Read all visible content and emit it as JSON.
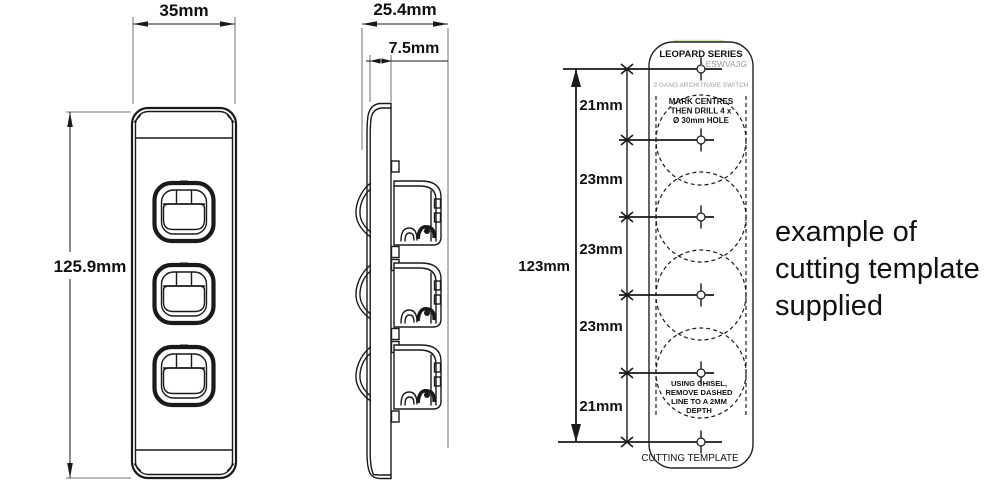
{
  "front_view": {
    "width_label": "35mm",
    "height_label": "125.9mm"
  },
  "side_view": {
    "overall_depth_label": "25.4mm",
    "plate_depth_label": "7.5mm"
  },
  "template": {
    "series": "LEOPARD SERIES",
    "model": "LESWVA3G",
    "subtitle": "3 GANG ARCHITRAVE SWITCH",
    "drill_note": [
      "MARK CENTRES",
      "THEN DRILL 4 x",
      "Ø 30mm HOLE"
    ],
    "chisel_note": [
      "USING CHISEL,",
      "REMOVE DASHED",
      "LINE TO A 2MM",
      "DEPTH"
    ],
    "footer": "CUTTING TEMPLATE",
    "overall_height_label": "123mm",
    "segment_labels": [
      "21mm",
      "23mm",
      "23mm",
      "23mm",
      "21mm"
    ]
  },
  "caption": {
    "lines": [
      "example of",
      "cutting template",
      "supplied"
    ]
  },
  "colors": {
    "line": "#1a1a1a",
    "muted_text": "#9b9b9b",
    "highlight_green": "#cfe7ad"
  }
}
